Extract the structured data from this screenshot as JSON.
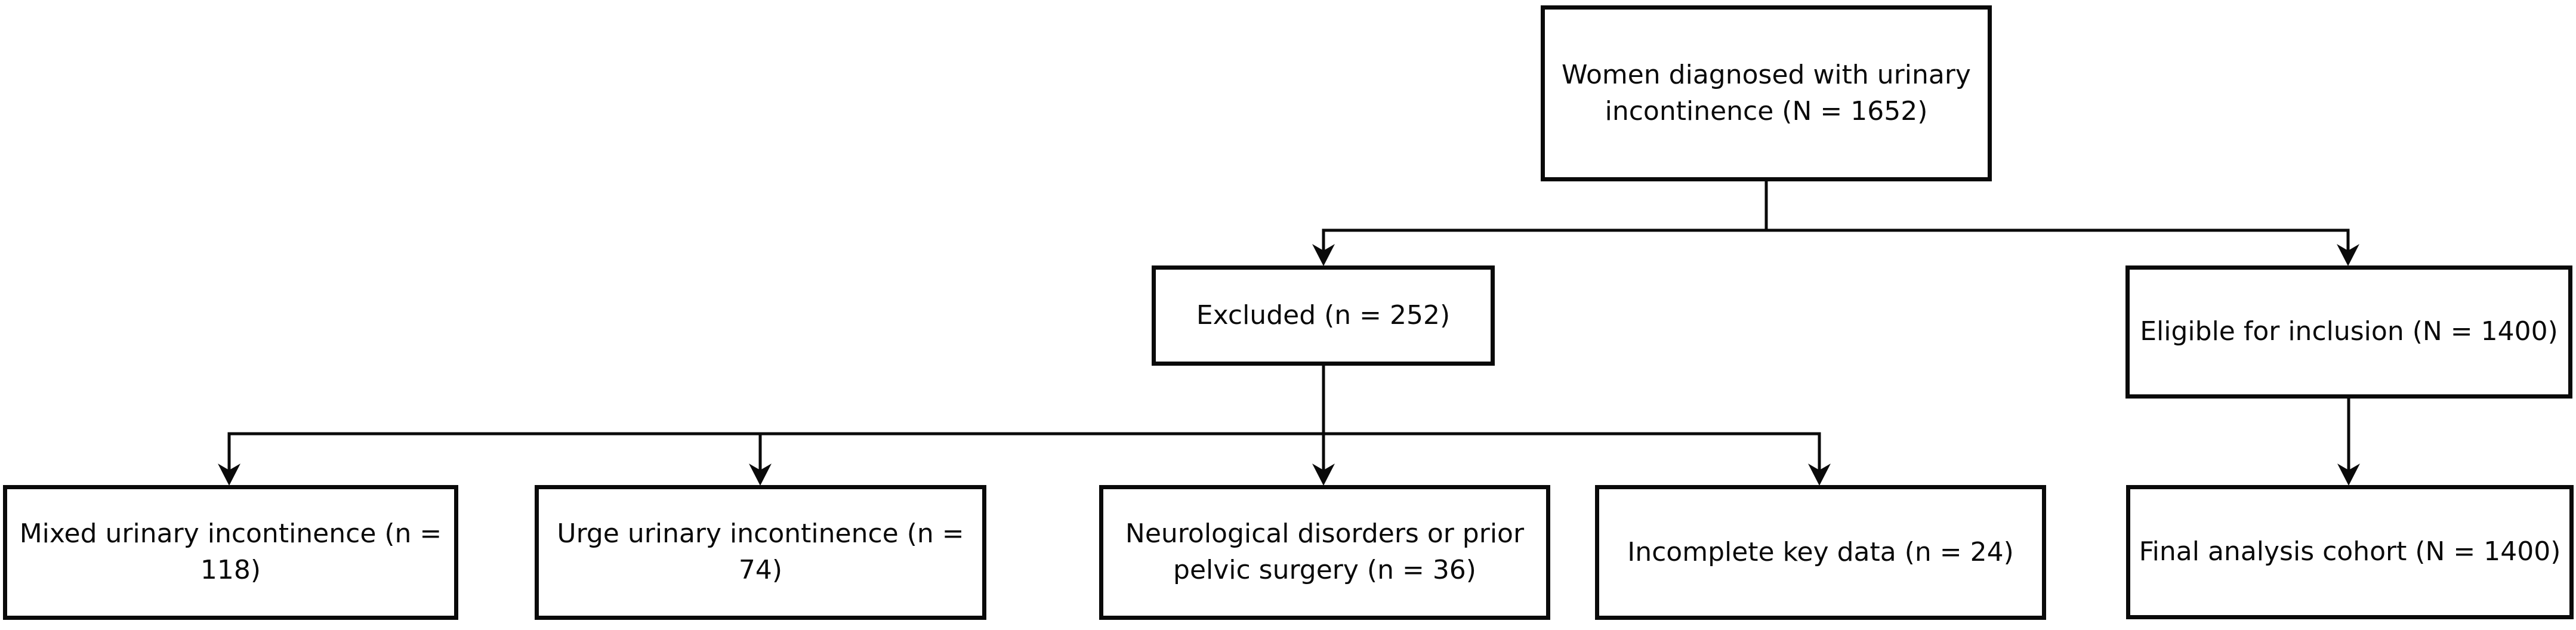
{
  "diagram": {
    "type": "flowchart",
    "background_color": "#ffffff",
    "line_color": "#0a0a0a",
    "nodes": [
      {
        "id": "total",
        "label": "Women diagnosed with urinary incontinence (N = 1652)",
        "count": 1652
      },
      {
        "id": "excluded",
        "label": "Excluded (n = 252)",
        "count": 252
      },
      {
        "id": "eligible",
        "label": "Eligible for inclusion (N = 1400)",
        "count": 1400
      },
      {
        "id": "mixed",
        "label": "Mixed urinary incontinence (n = 118)",
        "count": 118
      },
      {
        "id": "urge",
        "label": "Urge urinary incontinence (n = 74)",
        "count": 74
      },
      {
        "id": "neuro",
        "label": "Neurological disorders or prior pelvic surgery (n = 36)",
        "count": 36
      },
      {
        "id": "incomplete",
        "label": "Incomplete key data (n = 24)",
        "count": 24
      },
      {
        "id": "final",
        "label": "Final analysis cohort (N = 1400)",
        "count": 1400
      }
    ],
    "edges": [
      {
        "from": "total",
        "to": "excluded"
      },
      {
        "from": "total",
        "to": "eligible"
      },
      {
        "from": "excluded",
        "to": "mixed"
      },
      {
        "from": "excluded",
        "to": "urge"
      },
      {
        "from": "excluded",
        "to": "neuro"
      },
      {
        "from": "excluded",
        "to": "incomplete"
      },
      {
        "from": "eligible",
        "to": "final"
      }
    ]
  }
}
